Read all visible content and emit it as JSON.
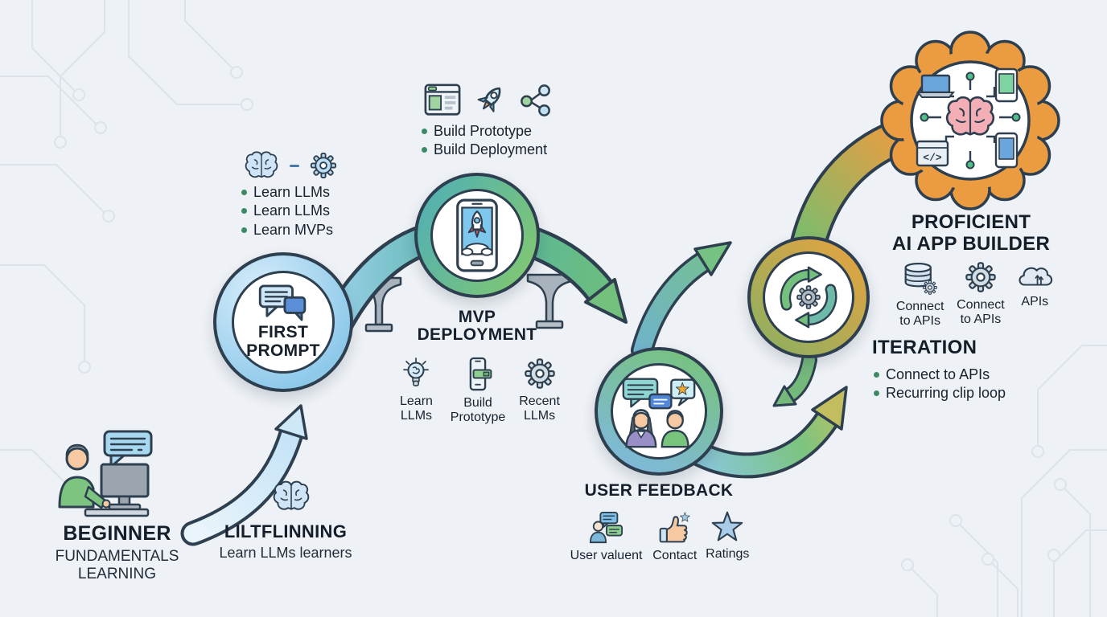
{
  "colors": {
    "background": "#eef1f5",
    "outline": "#2e4050",
    "light_blue": "#aed9f2",
    "blue": "#5a8fd8",
    "teal": "#56b2ad",
    "green": "#76c27e",
    "orange": "#eb9c40",
    "pink_brain": "#f4aeb5",
    "text_dark": "#16202c",
    "bullet_green": "#3c8a63"
  },
  "beginner": {
    "title": "BEGINNER",
    "subtitle_line1": "FUNDAMENTALS",
    "subtitle_line2": "LEARNING",
    "icon": "person-at-computer-icon"
  },
  "llm_learning": {
    "title": "LILTFLINNING",
    "subtitle": "Learn LLMs learners",
    "icon": "brain-icon"
  },
  "first_prompt": {
    "label_line1": "FIRST",
    "label_line2": "PROMPT",
    "icon": "chat-bubbles-icon",
    "top_icons": [
      "brain-icon",
      "gear-icon"
    ],
    "bullets": [
      "Learn LLMs",
      "Learn LLMs",
      "Learn MVPs"
    ]
  },
  "mvp": {
    "label_line1": "MVP",
    "label_line2": "DEPLOYMENT",
    "icon": "phone-rocket-launch-icon",
    "top_icons": [
      "browser-window-icon",
      "rocket-icon",
      "share-network-icon"
    ],
    "bullets": [
      "Build Prototype",
      "Build Deployment"
    ],
    "sub_items": [
      {
        "icon": "lightbulb-icon",
        "label": "Learn LLMs"
      },
      {
        "icon": "phone-prototype-icon",
        "label": "Build Prototype"
      },
      {
        "icon": "gear-icon",
        "label": "Recent LLMs"
      }
    ]
  },
  "user_feedback": {
    "label": "USER FEEDBACK",
    "icon": "people-chat-icon",
    "sub_items": [
      {
        "icon": "person-chat-icon",
        "label": "User valuent"
      },
      {
        "icon": "thumbs-up-star-icon",
        "label": "Contact"
      },
      {
        "icon": "star-icon",
        "label": "Ratings"
      }
    ]
  },
  "iteration": {
    "label": "ITERATION",
    "icon": "cycle-gear-icon",
    "bullets": [
      "Connect to APIs",
      "Recurring clip loop"
    ]
  },
  "proficient": {
    "title_line1": "PROFICIENT",
    "title_line2": "AI APP BUILDER",
    "icon": "brain-network-badge-icon",
    "sub_items": [
      {
        "icon": "database-gear-icon",
        "label": "Connect to APIs"
      },
      {
        "icon": "gear-icon",
        "label": "Connect to APIs"
      },
      {
        "icon": "cloud-api-icon",
        "label": "APIs"
      }
    ]
  }
}
